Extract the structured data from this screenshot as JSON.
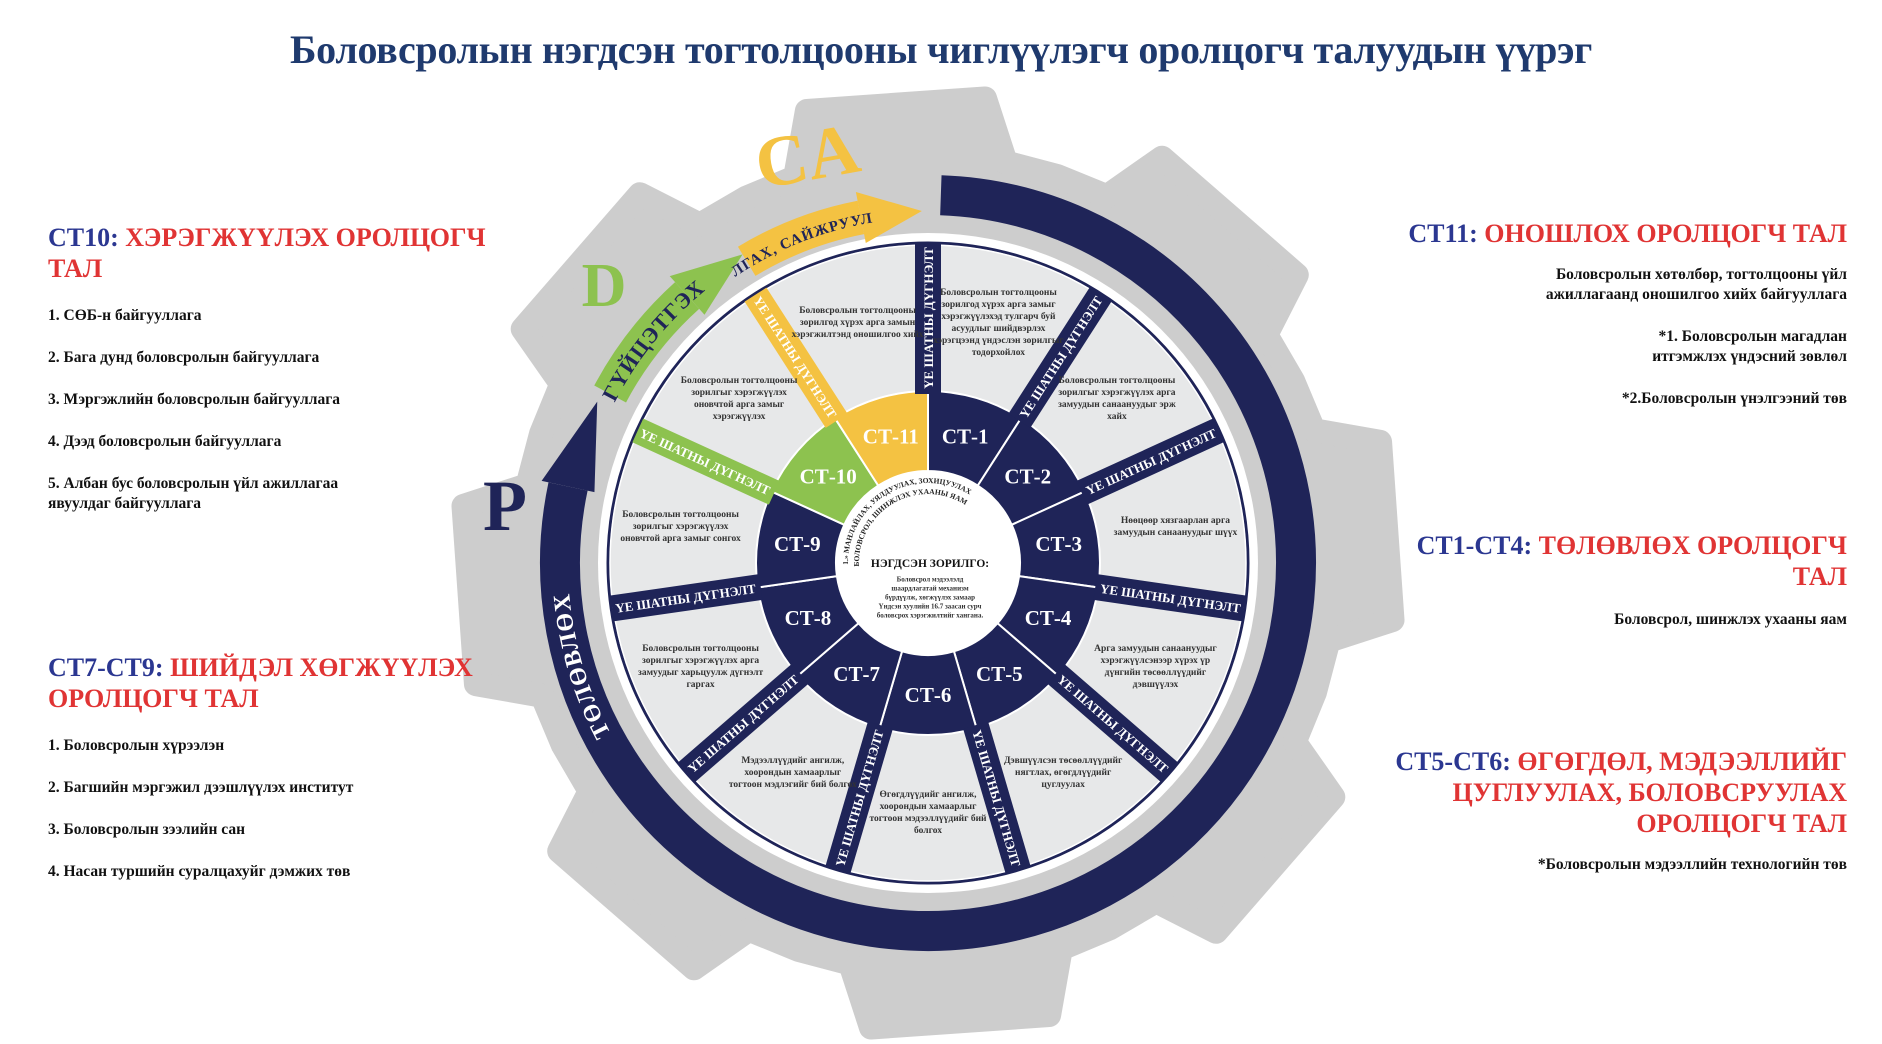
{
  "title": "Боловсролын нэгдсэн тогтолцооны чиглүүлэгч  оролцогч талуудын үүрэг",
  "colors": {
    "navy": "#1f2458",
    "orange": "#f4c242",
    "green": "#8dc24f",
    "gear": "#cdcdcd",
    "segment": "#e7e8e9",
    "red": "#e03434",
    "blue": "#2b3791"
  },
  "left_panels": [
    {
      "code": "СТ10:",
      "role": "ХЭРЭГЖҮҮЛЭХ ОРОЛЦОГЧ ТАЛ",
      "items": [
        "1. СӨБ-н байгууллага",
        "2. Бага дунд боловсролын байгууллага",
        "3. Мэргэжлийн боловсролын байгууллага",
        "4. Дээд боловсролын байгууллага",
        "5. Албан бус боловсролын үйл ажиллагаа явуулдаг байгууллага"
      ]
    },
    {
      "code": "СТ7-СТ9:",
      "role": "ШИЙДЭЛ ХӨГЖҮҮЛЭХ ОРОЛЦОГЧ ТАЛ",
      "items": [
        "1. Боловсролын хүрээлэн",
        "2. Багшийн мэргэжил дээшлүүлэх институт",
        "3. Боловсролын зээлийн сан",
        "4. Насан туршийн суралцахуйг дэмжих төв"
      ]
    }
  ],
  "right_panels": [
    {
      "code": "СТ11:",
      "role": "ОНОШЛОХ ОРОЛЦОГЧ ТАЛ",
      "items": [
        "Боловсролын хөтөлбөр, тогтолцооны үйл ажиллагаанд оношилгоо хийх байгууллага",
        "*1. Боловсролын магадлан итгэмжлэх үндэсний зөвлөл",
        "*2.Боловсролын үнэлгээний төв"
      ]
    },
    {
      "code": "СТ1-СТ4:",
      "role": "ТӨЛӨВЛӨХ ОРОЛЦОГЧ ТАЛ",
      "items": [
        "Боловсрол, шинжлэх ухааны яам"
      ]
    },
    {
      "code": "СТ5-СТ6:",
      "role": "ӨГӨГДӨЛ, МЭДЭЭЛЛИЙГ ЦУГЛУУЛАХ, БОЛОВСРУУЛАХ ОРОЛЦОГЧ ТАЛ",
      "items": [
        "*Боловсролын мэдээллийн технологийн төв"
      ]
    }
  ],
  "wheel": {
    "band_label": "ҮЕ ШАТНЫ ДҮГНЭЛТ",
    "center_heading": "НЭГДСЭН ЗОРИЛГО:",
    "center_text": "Боловсрол мэдээлэлд шаардлагатай механизм бүрдүүлж, хөгжүүлэх замаар Үндсэн хуулийн 16.7 заасан сурч боловсрох хэрэгжилтийг хангана.",
    "arc_line1": "1.» МАНЛАЙЛАХ, УЯЛДУУЛАХ, ЗОХИЦУУЛАХ",
    "arc_line2": "БОЛОВСРОЛ, ШИНЖЛЭХ УХААНЫ ЯАМ",
    "sectors": [
      {
        "label": "СТ-1",
        "color": "navy",
        "text": "Боловсролын тогтолцооны зорилгод хүрэх арга замыг хэрэгжүүлэхэд тулгарч буй асуудлыг шийдвэрлэх хэрэгцээнд үндэслэн зорилгыг тодорхойлох"
      },
      {
        "label": "СТ-2",
        "color": "navy",
        "text": "Боловсролын тогтолцооны зорилгыг хэрэгжүүлэх арга замуудын санаануудыг эрж хайх"
      },
      {
        "label": "СТ-3",
        "color": "navy",
        "text": "Нөөцөөр хязгаарлан арга замуудын санаануудыг шүүх"
      },
      {
        "label": "СТ-4",
        "color": "navy",
        "text": "Арга замуудын санаануудыг хэрэгжүүлсэнээр хүрэх үр дүнгийн төсөөллүүдийг дэвшүүлэх"
      },
      {
        "label": "СТ-5",
        "color": "navy",
        "text": "Дэвшүүлсэн төсөөллүүдийг нягтлах, өгөгдлүүдийг цуглуулах"
      },
      {
        "label": "СТ-6",
        "color": "navy",
        "text": "Өгөгдлүүдийг ангилж, хоорондын хамаарлыг тогтоон мэдээллүүдийг бий болгох"
      },
      {
        "label": "СТ-7",
        "color": "navy",
        "text": "Мэдээллүүдийг ангилж, хоорондын хамаарлыг тогтоон мэдлэгийг бий болгох"
      },
      {
        "label": "СТ-8",
        "color": "navy",
        "text": "Боловсролын тогтолцооны зорилгыг хэрэгжүүлэх арга замуудыг харьцуулж дүгнэлт гаргах"
      },
      {
        "label": "СТ-9",
        "color": "navy",
        "text": "Боловсролын тогтолцооны зорилгыг хэрэгжүүлэх оновчтой арга замыг сонгох"
      },
      {
        "label": "СТ-10",
        "color": "green",
        "text": "Боловсролын тогтолцооны зорилгыг хэрэгжүүлэх оновчтой арга замыг хэрэгжүүлэх"
      },
      {
        "label": "СТ-11",
        "color": "orange",
        "text": "Боловсролын тогтолцооны зорилгод хүрэх арга замын хэрэгжилтэнд оношилгоо хийх"
      }
    ],
    "cycle": {
      "plan_letter": "P",
      "plan_label": "ТӨЛӨВЛӨХ",
      "do_letter": "D",
      "do_label": "ГҮЙЦЭТГЭХ",
      "check_letter": "CA",
      "check_label": "ШАЛГАХ, САЙЖРУУЛАХ"
    }
  }
}
